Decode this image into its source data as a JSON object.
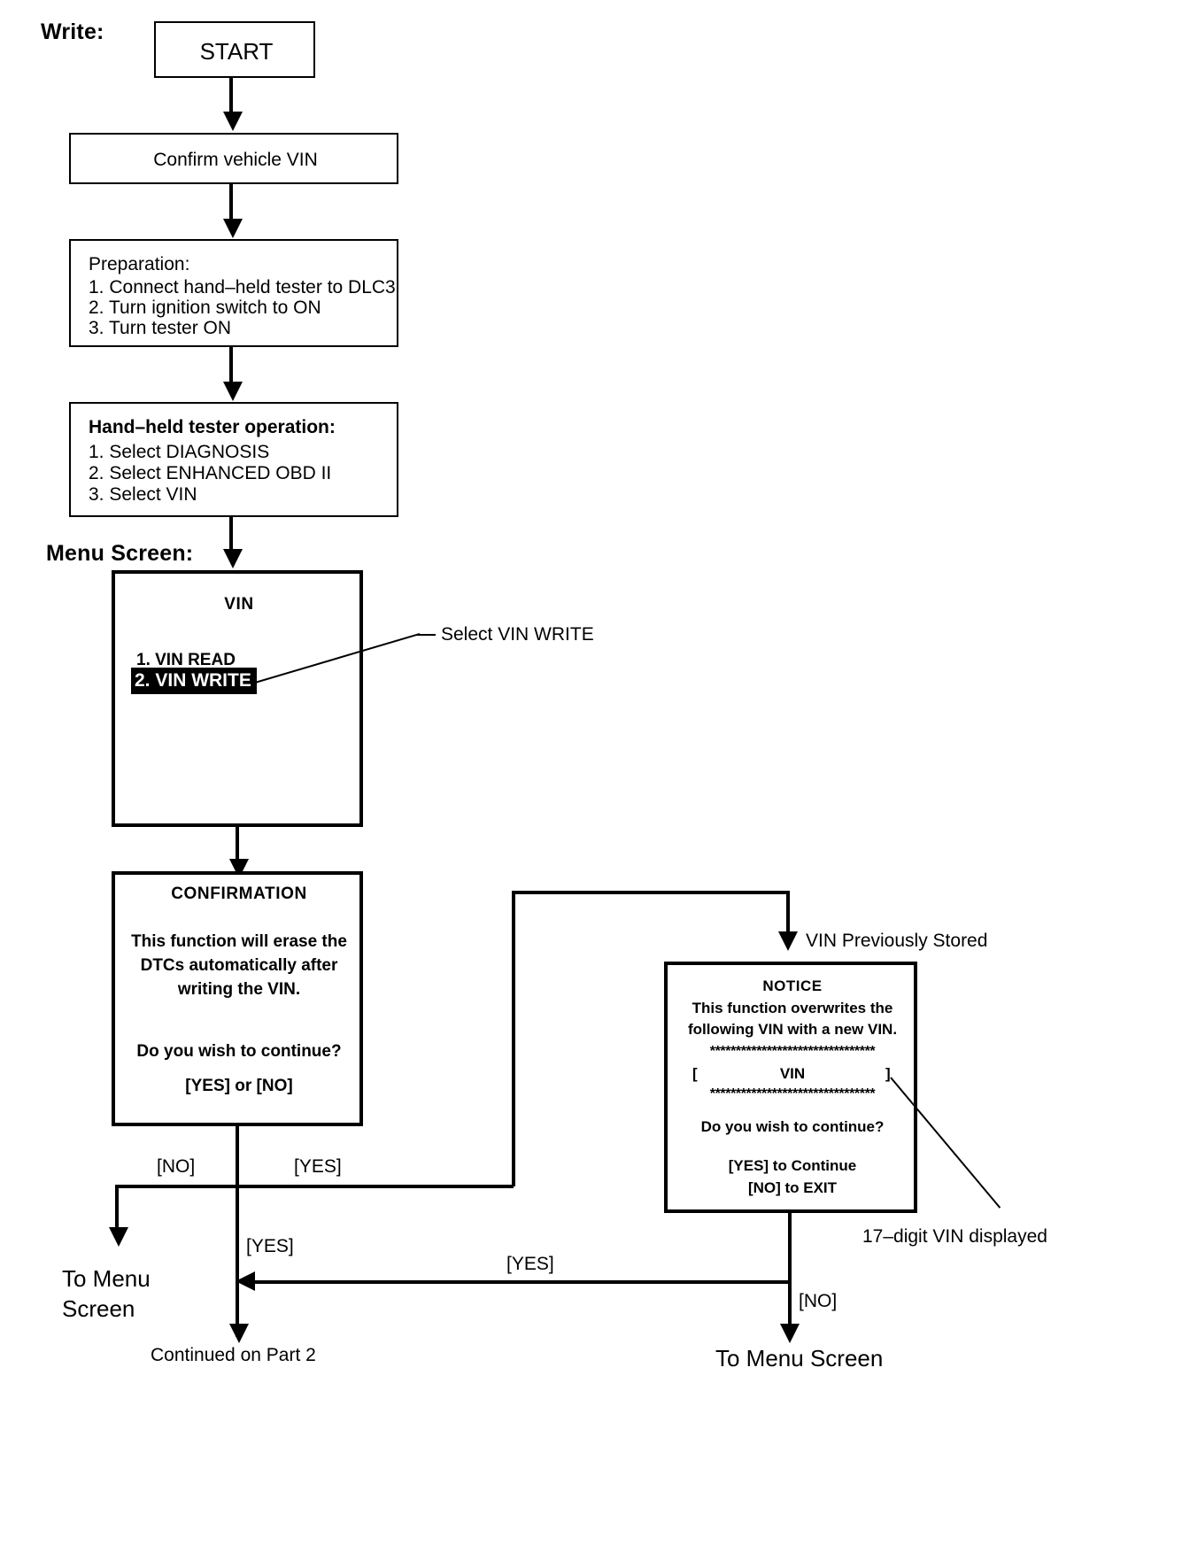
{
  "diagram": {
    "write_label": "Write:",
    "menu_screen_label": "Menu Screen:"
  },
  "nodes": {
    "start": {
      "label": "START"
    },
    "confirm_vin": {
      "label": "Confirm vehicle VIN"
    },
    "preparation": {
      "title": "Preparation:",
      "steps": [
        "1. Connect hand–held tester to DLC3",
        "2. Turn ignition switch to ON",
        "3. Turn tester ON"
      ]
    },
    "tester_operation": {
      "title": "Hand–held tester operation:",
      "steps": [
        "1. Select DIAGNOSIS",
        "2. Select ENHANCED OBD II",
        "3. Select VIN"
      ]
    },
    "vin_menu": {
      "title": "VIN",
      "items": [
        "1. VIN READ",
        "2. VIN WRITE"
      ],
      "selected_index": 1
    },
    "confirmation": {
      "title": "CONFIRMATION",
      "body": [
        "This function will erase the",
        "DTCs automatically after",
        "writing the VIN."
      ],
      "question": "Do you wish to continue?",
      "options": "[YES] or [NO]"
    },
    "notice": {
      "title": "NOTICE",
      "body": [
        "This function overwrites the",
        "following VIN with a new VIN."
      ],
      "separator": "********************************",
      "vin_line_left": "[",
      "vin_line_center": "VIN",
      "vin_line_right": "]",
      "question": "Do you wish to continue?",
      "option_yes": "[YES] to Continue",
      "option_no": "[NO] to EXIT"
    }
  },
  "callouts": {
    "select_vin_write": "Select VIN WRITE",
    "vin_previously_stored": "VIN Previously Stored",
    "vin_digits": "17–digit VIN displayed"
  },
  "edges": {
    "no_1": "[NO]",
    "yes_1": "[YES]",
    "yes_2": "[YES]",
    "yes_3": "[YES]",
    "no_2": "[NO]"
  },
  "terminals": {
    "to_menu_screen_left_line1": "To Menu",
    "to_menu_screen_left_line2": "Screen",
    "continued": "Continued on Part 2",
    "to_menu_screen_right": "To Menu Screen"
  },
  "colors": {
    "ink": "#000000",
    "paper": "#ffffff",
    "highlight_bg": "#000000",
    "highlight_fg": "#ffffff"
  }
}
